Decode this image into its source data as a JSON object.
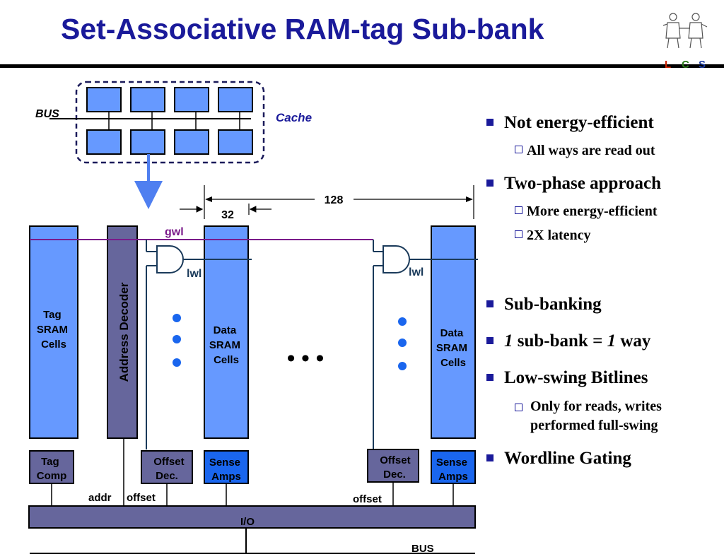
{
  "slide": {
    "title": "Set-Associative RAM-tag Sub-bank"
  },
  "logo": {
    "letters": [
      "L",
      "C",
      "S"
    ],
    "colors": [
      "#cc2200",
      "#2a7a1a",
      "#1a3aa0"
    ]
  },
  "colors": {
    "title": "#1a1a9a",
    "bank_fill": "#6699ff",
    "decoder_fill": "#66669c",
    "wordline": "#7a1a8a",
    "signal_line": "#1a3a5a",
    "arrow": "#4f7ff0",
    "dots": "#1a66ee"
  },
  "diagram": {
    "bus_label": "BUS",
    "cache_label": "Cache",
    "dim_128": "128",
    "dim_32": "32",
    "gwl_label": "gwl",
    "lwl_label": "lwl",
    "tag_sram_label": "Tag\nSRAM\nCells",
    "address_decoder_label": "Address Decoder",
    "data_sram_label": "Data\nSRAM\nCells",
    "ellipsis": "• • •",
    "tag_comp_label": "Tag\nComp",
    "offset_dec_label": "Offset\nDec.",
    "sense_amps_label": "Sense\nAmps",
    "addr_label": "addr",
    "offset_label": "offset",
    "io_label": "I/O",
    "bottom_bus_label": "BUS"
  },
  "bullets": [
    {
      "text": "Not energy-efficient",
      "sub": [
        "All ways are read out"
      ]
    },
    {
      "text": "Two-phase approach",
      "sub": [
        "More energy-efficient",
        "2X latency"
      ]
    },
    {
      "text": "Sub-banking",
      "sub": []
    },
    {
      "text": "1 sub-bank = 1 way",
      "sub": []
    },
    {
      "text": "Low-swing Bitlines",
      "sub": [
        "Only for reads, writes performed full-swing"
      ]
    },
    {
      "text": "Wordline Gating",
      "sub": []
    }
  ]
}
